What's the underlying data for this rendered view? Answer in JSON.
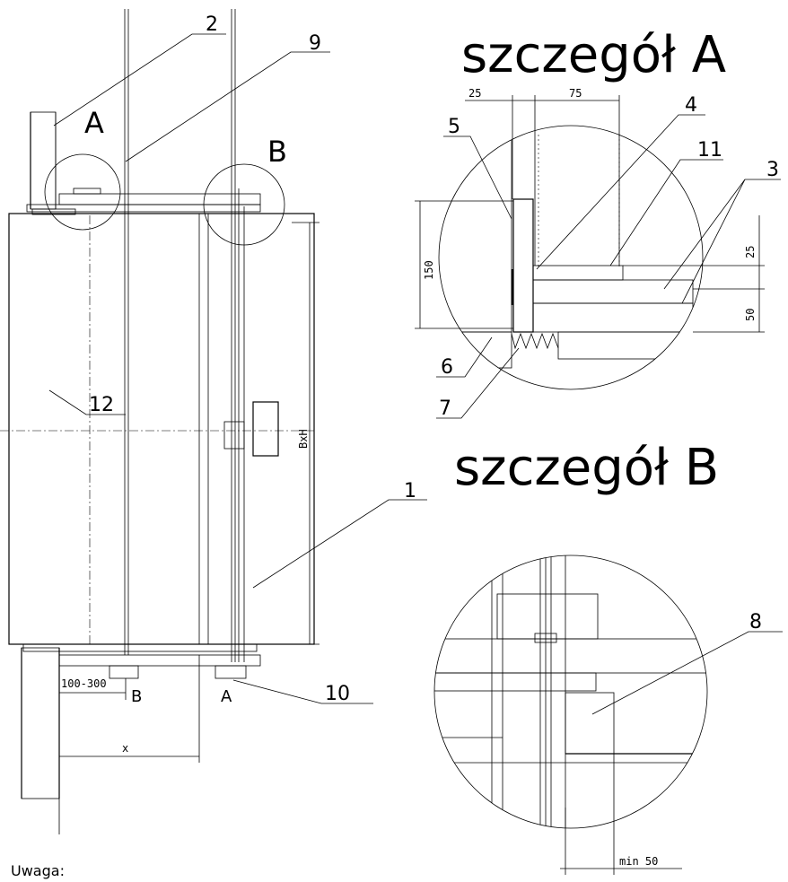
{
  "details": {
    "a_title": "szczegół A",
    "b_title": "szczegół B"
  },
  "callouts": {
    "c1": "1",
    "c2": "2",
    "c3": "3",
    "c4": "4",
    "c5": "5",
    "c6": "6",
    "c7": "7",
    "c8": "8",
    "c9": "9",
    "c10": "10",
    "c11": "11",
    "c12": "12"
  },
  "markers": {
    "circle_a": "A",
    "circle_b": "B",
    "support_b": "B",
    "support_a": "A"
  },
  "dimensions": {
    "d25_top": "25",
    "d75": "75",
    "d150": "150",
    "d25_right": "25",
    "d50": "50",
    "bxh": "BxH",
    "range": "100-300",
    "x": "x",
    "min50": "min 50"
  },
  "note": "Uwaga:"
}
